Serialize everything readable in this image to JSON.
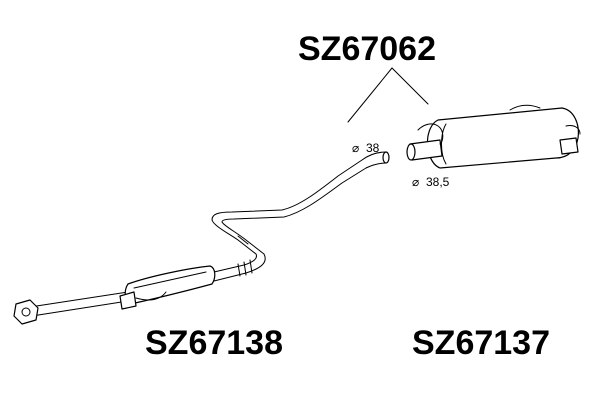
{
  "labels": {
    "top_part": "SZ67062",
    "front_part": "SZ67138",
    "rear_part": "SZ67137"
  },
  "dimensions": {
    "pipe_diameter": "38",
    "muffler_diameter": "38,5"
  },
  "symbols": {
    "diameter": "⌀"
  }
}
